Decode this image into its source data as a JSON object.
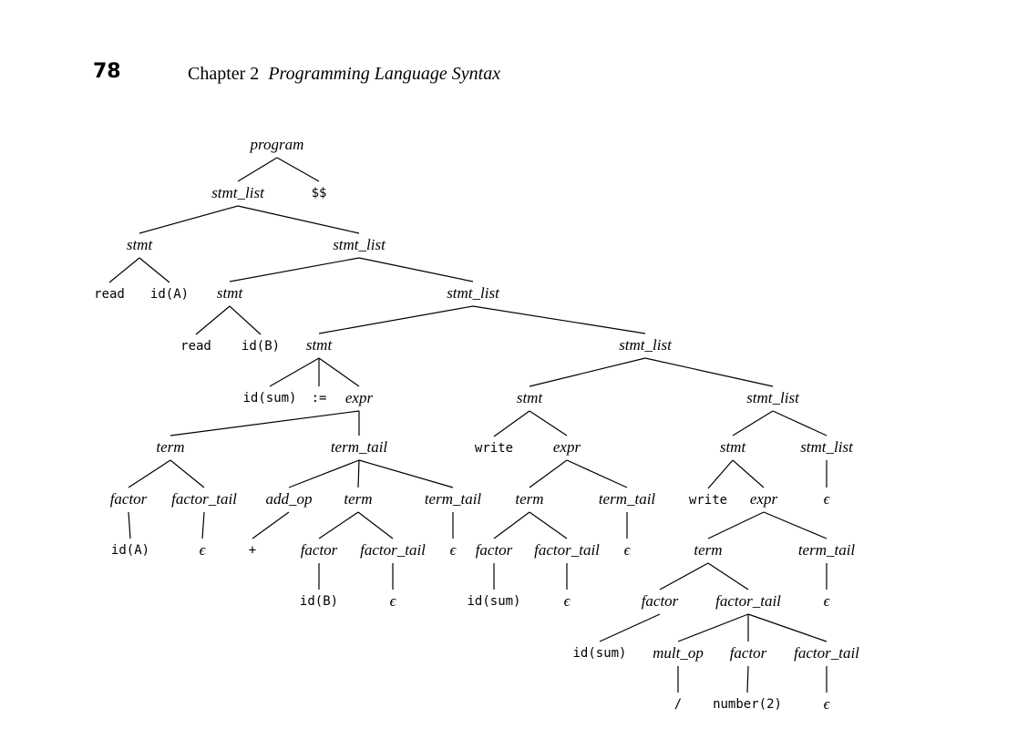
{
  "header": {
    "page_number": "78",
    "chapter": "Chapter 2",
    "chapter_title": "Programming Language Syntax"
  },
  "tree": {
    "nodes": [
      {
        "id": "program",
        "label": "program",
        "kind": "nt"
      },
      {
        "id": "sl1",
        "label": "stmt_list",
        "kind": "nt"
      },
      {
        "id": "dollar",
        "label": "$$",
        "kind": "tm"
      },
      {
        "id": "stmt1",
        "label": "stmt",
        "kind": "nt"
      },
      {
        "id": "sl2",
        "label": "stmt_list",
        "kind": "nt"
      },
      {
        "id": "read1",
        "label": "read",
        "kind": "tm"
      },
      {
        "id": "idA1",
        "label": "id(A)",
        "kind": "tm"
      },
      {
        "id": "stmt2",
        "label": "stmt",
        "kind": "nt"
      },
      {
        "id": "sl3",
        "label": "stmt_list",
        "kind": "nt"
      },
      {
        "id": "read2",
        "label": "read",
        "kind": "tm"
      },
      {
        "id": "idB1",
        "label": "id(B)",
        "kind": "tm"
      },
      {
        "id": "stmt3",
        "label": "stmt",
        "kind": "nt"
      },
      {
        "id": "sl4",
        "label": "stmt_list",
        "kind": "nt"
      },
      {
        "id": "idsum1",
        "label": "id(sum)",
        "kind": "tm"
      },
      {
        "id": "assign",
        "label": ":=",
        "kind": "tm"
      },
      {
        "id": "expr1",
        "label": "expr",
        "kind": "nt"
      },
      {
        "id": "term1",
        "label": "term",
        "kind": "nt"
      },
      {
        "id": "tt1",
        "label": "term_tail",
        "kind": "nt"
      },
      {
        "id": "factor1",
        "label": "factor",
        "kind": "nt"
      },
      {
        "id": "ft1",
        "label": "factor_tail",
        "kind": "nt"
      },
      {
        "id": "idA2",
        "label": "id(A)",
        "kind": "tm"
      },
      {
        "id": "eps1",
        "label": "ϵ",
        "kind": "ep"
      },
      {
        "id": "addop",
        "label": "add_op",
        "kind": "nt"
      },
      {
        "id": "term2",
        "label": "term",
        "kind": "nt"
      },
      {
        "id": "tt2",
        "label": "term_tail",
        "kind": "nt"
      },
      {
        "id": "plus",
        "label": "+",
        "kind": "tm"
      },
      {
        "id": "factor2",
        "label": "factor",
        "kind": "nt"
      },
      {
        "id": "ft2",
        "label": "factor_tail",
        "kind": "nt"
      },
      {
        "id": "eps2",
        "label": "ϵ",
        "kind": "ep"
      },
      {
        "id": "idB2",
        "label": "id(B)",
        "kind": "tm"
      },
      {
        "id": "eps3",
        "label": "ϵ",
        "kind": "ep"
      },
      {
        "id": "stmt4",
        "label": "stmt",
        "kind": "nt"
      },
      {
        "id": "sl5",
        "label": "stmt_list",
        "kind": "nt"
      },
      {
        "id": "write1",
        "label": "write",
        "kind": "tm"
      },
      {
        "id": "expr2",
        "label": "expr",
        "kind": "nt"
      },
      {
        "id": "term3",
        "label": "term",
        "kind": "nt"
      },
      {
        "id": "tt3",
        "label": "term_tail",
        "kind": "nt"
      },
      {
        "id": "factor3",
        "label": "factor",
        "kind": "nt"
      },
      {
        "id": "ft3",
        "label": "factor_tail",
        "kind": "nt"
      },
      {
        "id": "eps4",
        "label": "ϵ",
        "kind": "ep"
      },
      {
        "id": "idsum2",
        "label": "id(sum)",
        "kind": "tm"
      },
      {
        "id": "eps5",
        "label": "ϵ",
        "kind": "ep"
      },
      {
        "id": "stmt5",
        "label": "stmt",
        "kind": "nt"
      },
      {
        "id": "sl6",
        "label": "stmt_list",
        "kind": "nt"
      },
      {
        "id": "eps6",
        "label": "ϵ",
        "kind": "ep"
      },
      {
        "id": "write2",
        "label": "write",
        "kind": "tm"
      },
      {
        "id": "expr3",
        "label": "expr",
        "kind": "nt"
      },
      {
        "id": "term4",
        "label": "term",
        "kind": "nt"
      },
      {
        "id": "tt4",
        "label": "term_tail",
        "kind": "nt"
      },
      {
        "id": "eps7",
        "label": "ϵ",
        "kind": "ep"
      },
      {
        "id": "factor4",
        "label": "factor",
        "kind": "nt"
      },
      {
        "id": "ft4",
        "label": "factor_tail",
        "kind": "nt"
      },
      {
        "id": "idsum3",
        "label": "id(sum)",
        "kind": "tm"
      },
      {
        "id": "multop",
        "label": "mult_op",
        "kind": "nt"
      },
      {
        "id": "factor5",
        "label": "factor",
        "kind": "nt"
      },
      {
        "id": "ft5",
        "label": "factor_tail",
        "kind": "nt"
      },
      {
        "id": "slash",
        "label": "/",
        "kind": "tm"
      },
      {
        "id": "num2",
        "label": "number(2)",
        "kind": "tm"
      },
      {
        "id": "eps8",
        "label": "ϵ",
        "kind": "ep"
      }
    ],
    "edges": [
      [
        "program",
        "sl1"
      ],
      [
        "program",
        "dollar"
      ],
      [
        "sl1",
        "stmt1"
      ],
      [
        "sl1",
        "sl2"
      ],
      [
        "stmt1",
        "read1"
      ],
      [
        "stmt1",
        "idA1"
      ],
      [
        "sl2",
        "stmt2"
      ],
      [
        "sl2",
        "sl3"
      ],
      [
        "stmt2",
        "read2"
      ],
      [
        "stmt2",
        "idB1"
      ],
      [
        "sl3",
        "stmt3"
      ],
      [
        "sl3",
        "sl4"
      ],
      [
        "stmt3",
        "idsum1"
      ],
      [
        "stmt3",
        "assign"
      ],
      [
        "stmt3",
        "expr1"
      ],
      [
        "expr1",
        "term1"
      ],
      [
        "expr1",
        "tt1"
      ],
      [
        "term1",
        "factor1"
      ],
      [
        "term1",
        "ft1"
      ],
      [
        "factor1",
        "idA2"
      ],
      [
        "ft1",
        "eps1"
      ],
      [
        "tt1",
        "addop"
      ],
      [
        "tt1",
        "term2"
      ],
      [
        "tt1",
        "tt2"
      ],
      [
        "addop",
        "plus"
      ],
      [
        "term2",
        "factor2"
      ],
      [
        "term2",
        "ft2"
      ],
      [
        "tt2",
        "eps2"
      ],
      [
        "factor2",
        "idB2"
      ],
      [
        "ft2",
        "eps3"
      ],
      [
        "sl4",
        "stmt4"
      ],
      [
        "sl4",
        "sl5"
      ],
      [
        "stmt4",
        "write1"
      ],
      [
        "stmt4",
        "expr2"
      ],
      [
        "expr2",
        "term3"
      ],
      [
        "expr2",
        "tt3"
      ],
      [
        "term3",
        "factor3"
      ],
      [
        "term3",
        "ft3"
      ],
      [
        "tt3",
        "eps4"
      ],
      [
        "factor3",
        "idsum2"
      ],
      [
        "ft3",
        "eps5"
      ],
      [
        "sl5",
        "stmt5"
      ],
      [
        "sl5",
        "sl6"
      ],
      [
        "sl6",
        "eps6"
      ],
      [
        "stmt5",
        "write2"
      ],
      [
        "stmt5",
        "expr3"
      ],
      [
        "expr3",
        "term4"
      ],
      [
        "expr3",
        "tt4"
      ],
      [
        "tt4",
        "eps7"
      ],
      [
        "term4",
        "factor4"
      ],
      [
        "term4",
        "ft4"
      ],
      [
        "factor4",
        "idsum3"
      ],
      [
        "ft4",
        "multop"
      ],
      [
        "ft4",
        "factor5"
      ],
      [
        "ft4",
        "ft5"
      ],
      [
        "multop",
        "slash"
      ],
      [
        "factor5",
        "num2"
      ],
      [
        "ft5",
        "eps8"
      ]
    ]
  }
}
